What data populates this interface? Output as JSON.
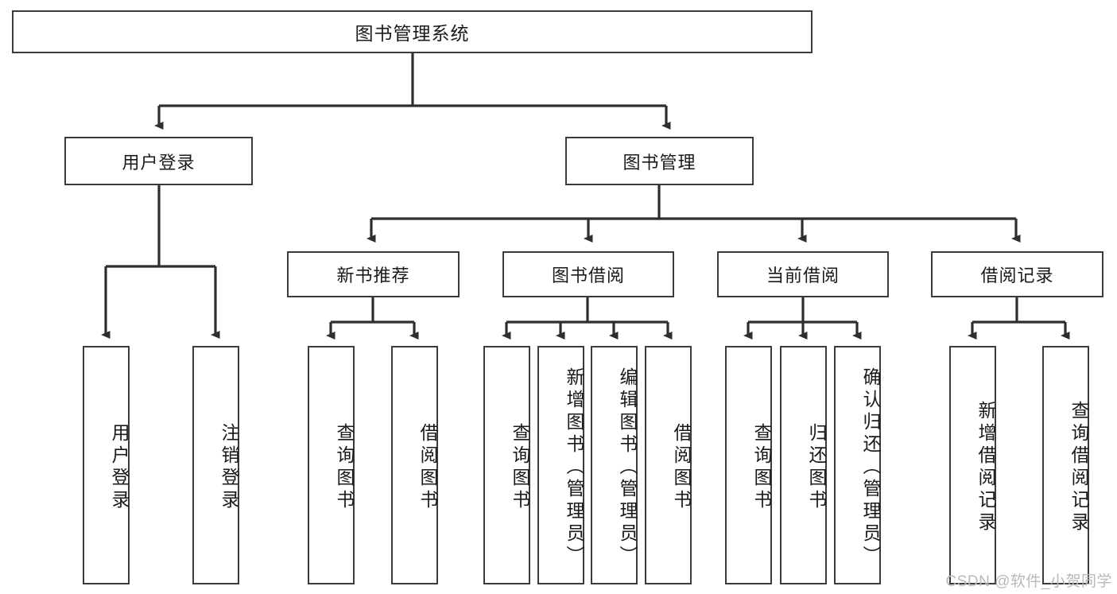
{
  "diagram": {
    "type": "tree",
    "title": "图书管理系统",
    "root": {
      "id": "root",
      "label": "图书管理系统"
    },
    "level2": [
      {
        "id": "user-login",
        "label": "用户登录"
      },
      {
        "id": "book-manage",
        "label": "图书管理"
      }
    ],
    "level3": [
      {
        "id": "new-book-rec",
        "label": "新书推荐",
        "parent": "book-manage"
      },
      {
        "id": "book-borrow",
        "label": "图书借阅",
        "parent": "book-manage"
      },
      {
        "id": "current-borrow",
        "label": "当前借阅",
        "parent": "book-manage"
      },
      {
        "id": "borrow-record",
        "label": "借阅记录",
        "parent": "book-manage"
      }
    ],
    "leaves": [
      {
        "id": "leaf-user-login",
        "label": "用户登录",
        "parent": "user-login"
      },
      {
        "id": "leaf-user-logout",
        "label": "注销登录",
        "parent": "user-login"
      },
      {
        "id": "leaf-query-book-1",
        "label": "查询图书",
        "parent": "new-book-rec"
      },
      {
        "id": "leaf-borrow-book-1",
        "label": "借阅图书",
        "parent": "new-book-rec"
      },
      {
        "id": "leaf-query-book-2",
        "label": "查询图书",
        "parent": "book-borrow"
      },
      {
        "id": "leaf-add-book",
        "label": "新增图书（管理员）",
        "parent": "book-borrow"
      },
      {
        "id": "leaf-edit-book",
        "label": "编辑图书（管理员）",
        "parent": "book-borrow"
      },
      {
        "id": "leaf-borrow-book-2",
        "label": "借阅图书",
        "parent": "book-borrow"
      },
      {
        "id": "leaf-query-book-3",
        "label": "查询图书",
        "parent": "current-borrow"
      },
      {
        "id": "leaf-return-book",
        "label": "归还图书",
        "parent": "current-borrow"
      },
      {
        "id": "leaf-confirm-return",
        "label": "确认归还（管理员）",
        "parent": "current-borrow"
      },
      {
        "id": "leaf-add-record",
        "label": "新增借阅记录",
        "parent": "borrow-record"
      },
      {
        "id": "leaf-query-record",
        "label": "查询借阅记录",
        "parent": "borrow-record"
      }
    ],
    "colors": {
      "box_border": "#3b3b3b",
      "box_fill": "#ffffff",
      "connector": "#2e2e2e",
      "text": "#1a1a1a",
      "watermark": "#b9b9b9"
    }
  },
  "watermark": {
    "text": "CSDN @软件_小贺同学"
  }
}
